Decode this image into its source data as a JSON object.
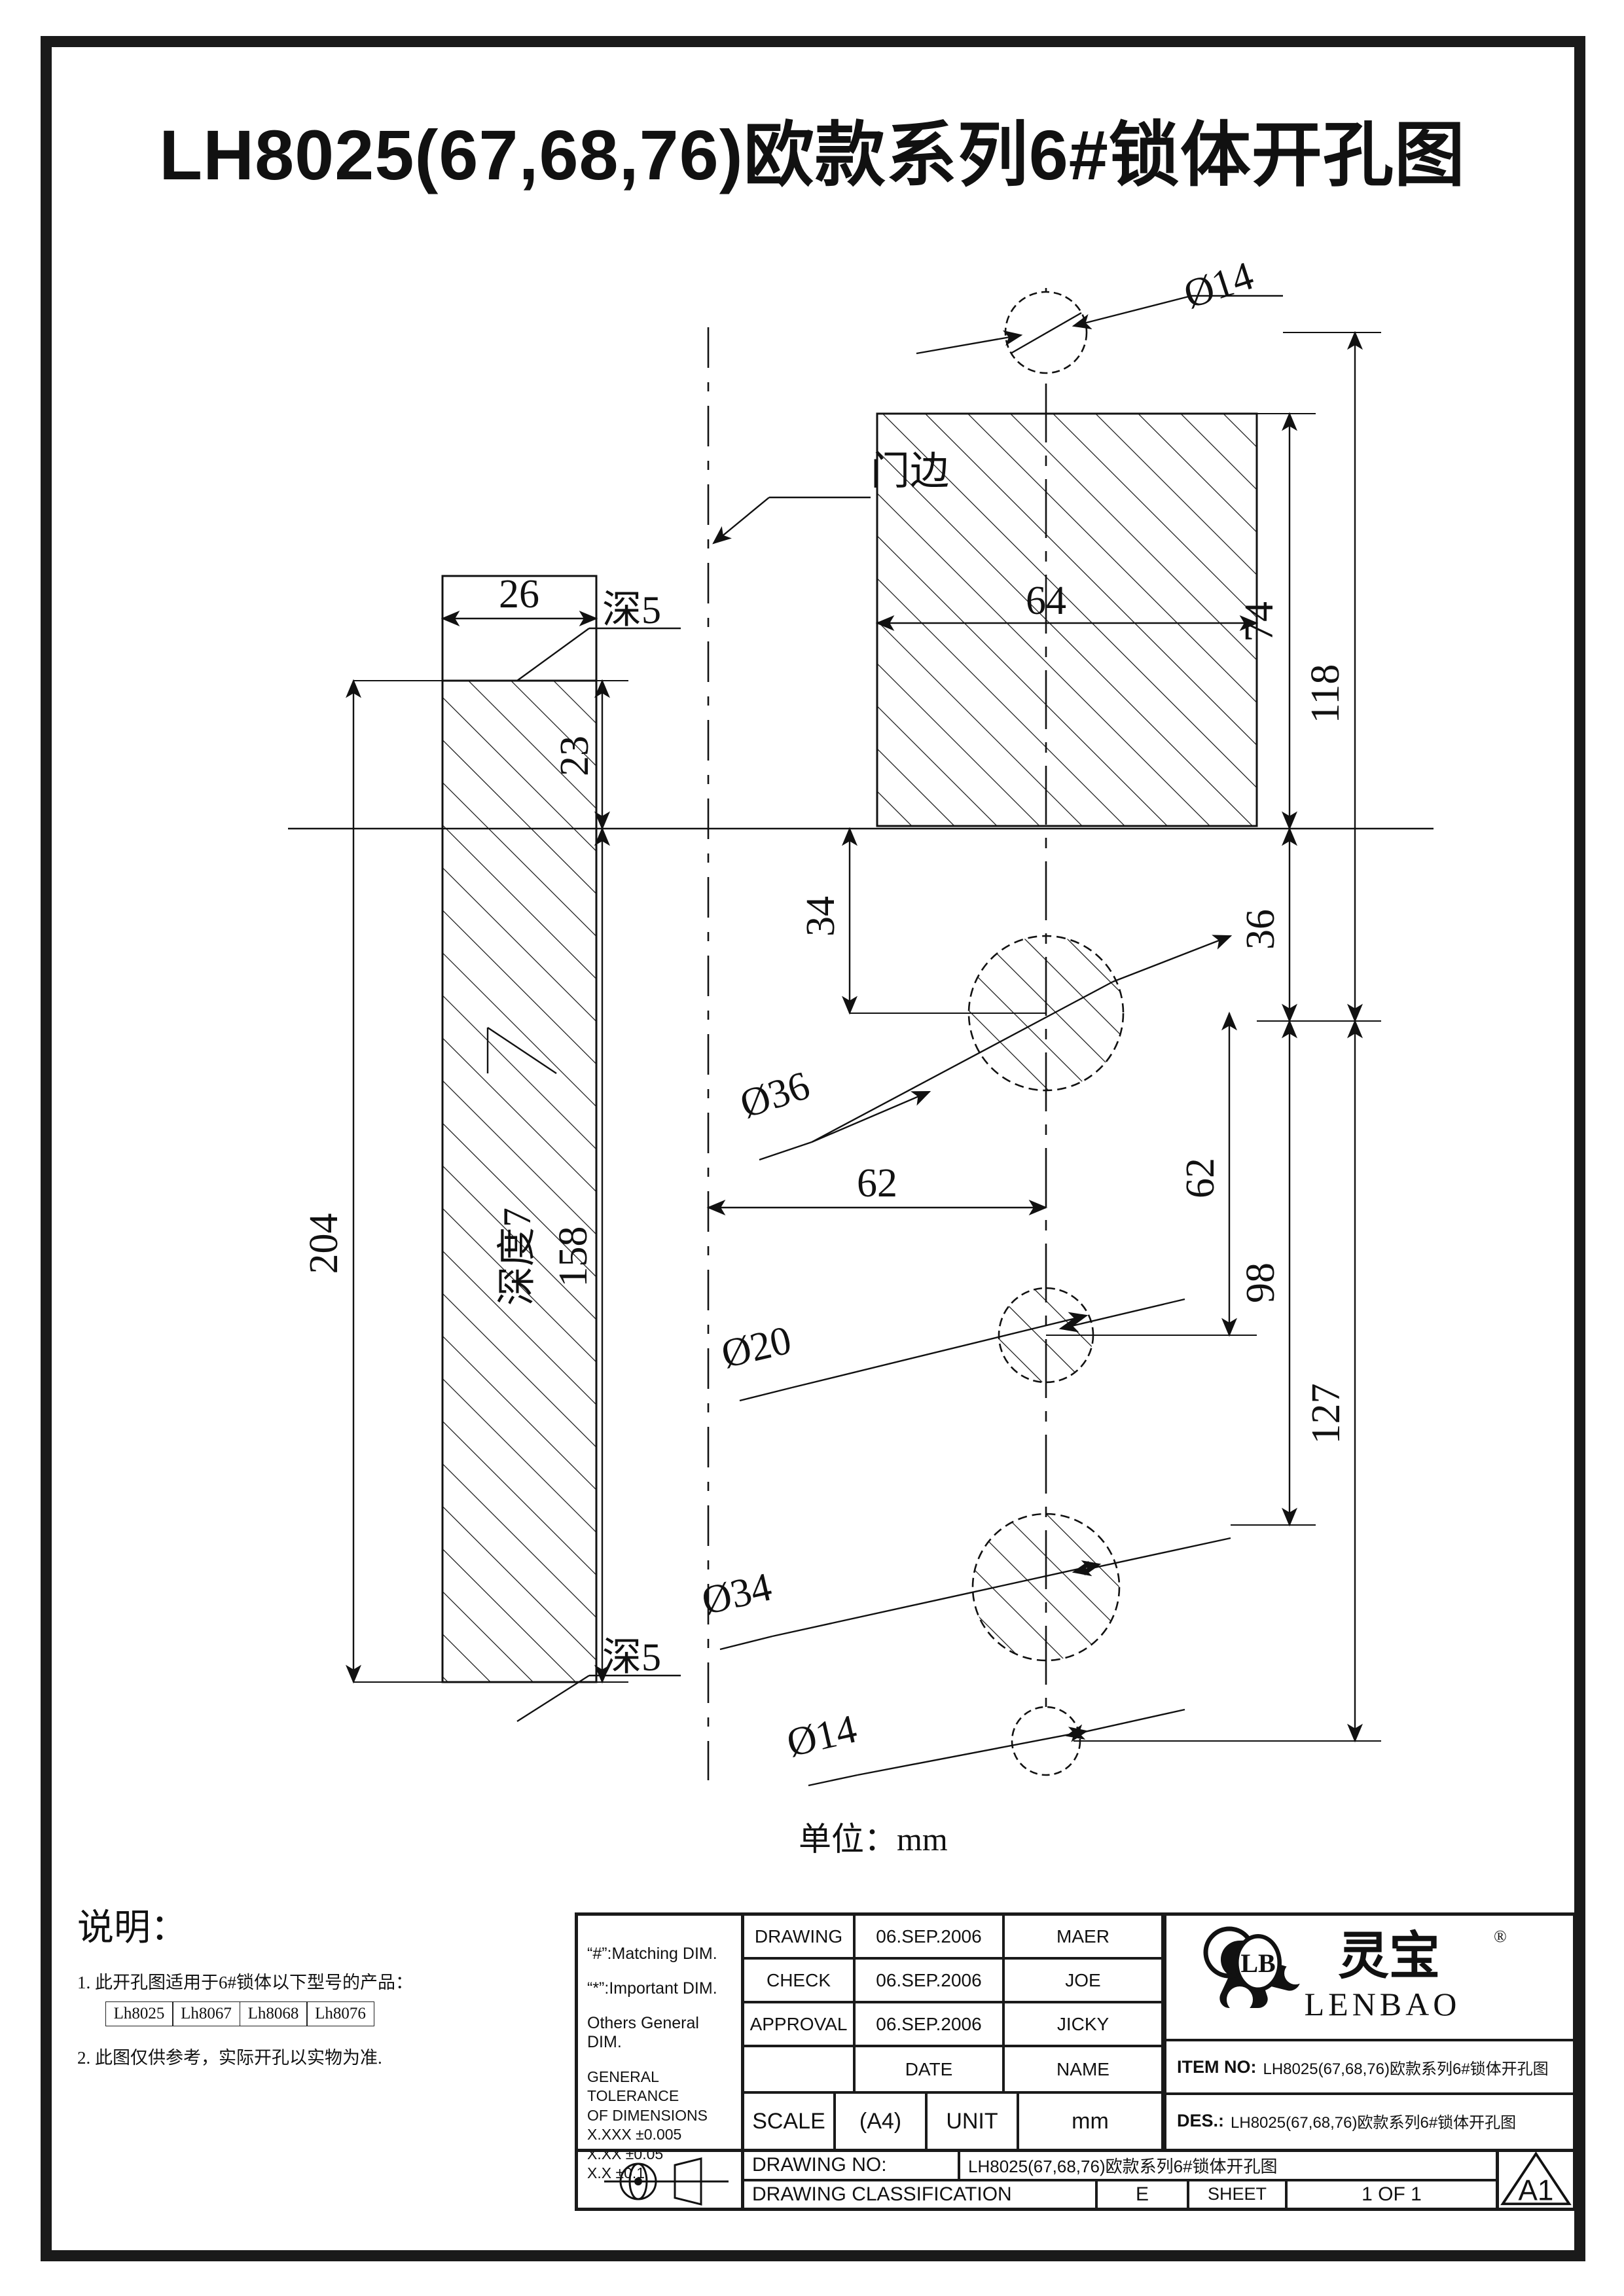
{
  "title": "LH8025(67,68,76)欧款系列6#锁体开孔图",
  "unit_note": "单位：mm",
  "drawing": {
    "door_edge_label": "门边",
    "dims": {
      "top_hole": "Ø14",
      "rect_width": "64",
      "rect_height_74": "74",
      "overall_118": "118",
      "left_26": "26",
      "left_deep5_top": "深5",
      "left_23": "23",
      "left_204": "204",
      "left_158": "158",
      "left_depth7": "深度7",
      "left_deep5_bottom": "深5",
      "d36": "Ø36",
      "d20": "Ø20",
      "d34": "Ø34",
      "d14_bottom": "Ø14",
      "v34": "34",
      "v36": "36",
      "h62": "62",
      "v62": "62",
      "v98": "98",
      "v127": "127"
    }
  },
  "notes": {
    "heading": "说明：",
    "item1": "1. 此开孔图适用于6#锁体以下型号的产品：",
    "models": [
      "Lh8025",
      "Lh8067",
      "Lh8068",
      "Lh8076"
    ],
    "item2": "2. 此图仅供参考，实际开孔以实物为准."
  },
  "title_block": {
    "tolerance": {
      "matching": "“#”:Matching  DIM.",
      "important": "“*”:Important  DIM.",
      "others": "Others General  DIM.",
      "gen_line1": "GENERAL TOLERANCE",
      "gen_line2": "OF DIMENSIONS",
      "t1": "X.XXX    ±0.005",
      "t2": "X.XX      ±0.05",
      "t3": "X.X        ±0.1"
    },
    "signatures": [
      {
        "role": "DRAWING",
        "date": "06.SEP.2006",
        "name": "MAER"
      },
      {
        "role": "CHECK",
        "date": "06.SEP.2006",
        "name": "JOE"
      },
      {
        "role": "APPROVAL",
        "date": "06.SEP.2006",
        "name": "JICKY"
      },
      {
        "role": "",
        "date": "DATE",
        "name": "NAME"
      }
    ],
    "scale_label": "SCALE",
    "scale_value": "(A4)",
    "unit_label": "UNIT",
    "unit_value": "mm",
    "logo": {
      "mark": "LB",
      "brand_cn": "灵宝",
      "brand_en": "LENBAO",
      "reg": "®"
    },
    "item_no_label": "ITEM NO:",
    "item_no_value": "LH8025(67,68,76)欧款系列6#锁体开孔图",
    "des_label": "DES.:",
    "des_value": "LH8025(67,68,76)欧款系列6#锁体开孔图",
    "drawing_no_label": "DRAWING NO:",
    "drawing_no_value": "LH8025(67,68,76)欧款系列6#锁体开孔图",
    "classification_label": "DRAWING CLASSIFICATION",
    "classification_value": "E",
    "sheet_label": "SHEET",
    "sheet_value": "1 OF 1",
    "size_code": "A1"
  }
}
